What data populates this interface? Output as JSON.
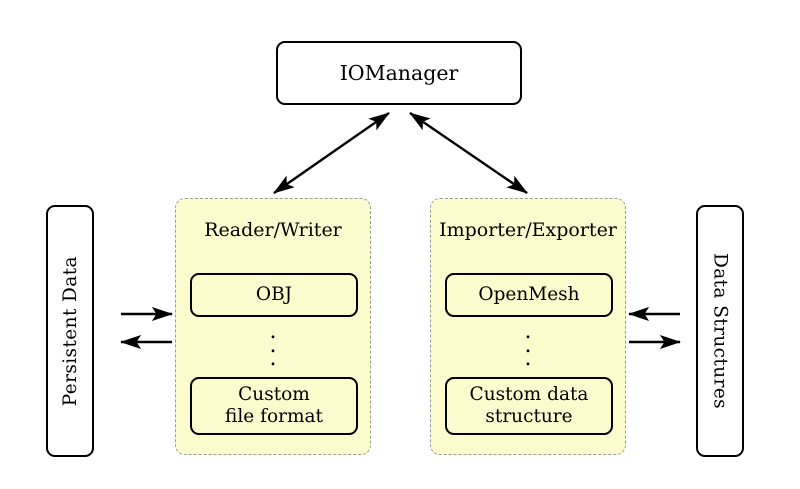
{
  "diagram": {
    "title_box": {
      "label": "IOManager"
    },
    "left_store": {
      "label": "Persistent Data"
    },
    "right_store": {
      "label": "Data Structures"
    },
    "panels": [
      {
        "title": "Reader/Writer",
        "top_item": "OBJ",
        "ellipsis": "⋮",
        "bottom_item_line1": "Custom",
        "bottom_item_line2": "file format"
      },
      {
        "title": "Importer/Exporter",
        "top_item": "OpenMesh",
        "ellipsis": "⋮",
        "bottom_item_line1": "Custom data",
        "bottom_item_line2": "structure"
      }
    ],
    "connections": [
      {
        "name": "iomanager-reader-writer",
        "style": "double-headed-diagonal"
      },
      {
        "name": "iomanager-importer-exporter",
        "style": "double-headed-diagonal"
      },
      {
        "name": "persistent-data-to-reader",
        "style": "single-head-right"
      },
      {
        "name": "reader-to-persistent-data",
        "style": "single-head-left"
      },
      {
        "name": "data-structures-to-importer",
        "style": "single-head-left"
      },
      {
        "name": "importer-to-data-structures",
        "style": "single-head-right"
      }
    ],
    "colors": {
      "panel_fill": "#fcfbcd",
      "panel_border": "#9a9a9a",
      "box_border": "#000000",
      "box_fill": "#ffffff",
      "background": "#ffffff"
    }
  }
}
